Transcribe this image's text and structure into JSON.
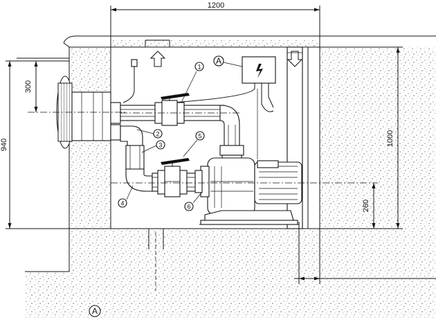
{
  "dimensions": {
    "width_total": "1200",
    "height_right": "1000",
    "height_left": "940",
    "pipe_offset": "300",
    "pump_axis": "260"
  },
  "callouts": [
    "1",
    "2",
    "3",
    "4",
    "5",
    "6"
  ],
  "markers": {
    "electrical_box": "A",
    "legend_label": "A"
  },
  "icons": {
    "inlet": "arrow-up-icon",
    "outlet": "arrow-down-icon",
    "electric": "lightning-icon"
  }
}
